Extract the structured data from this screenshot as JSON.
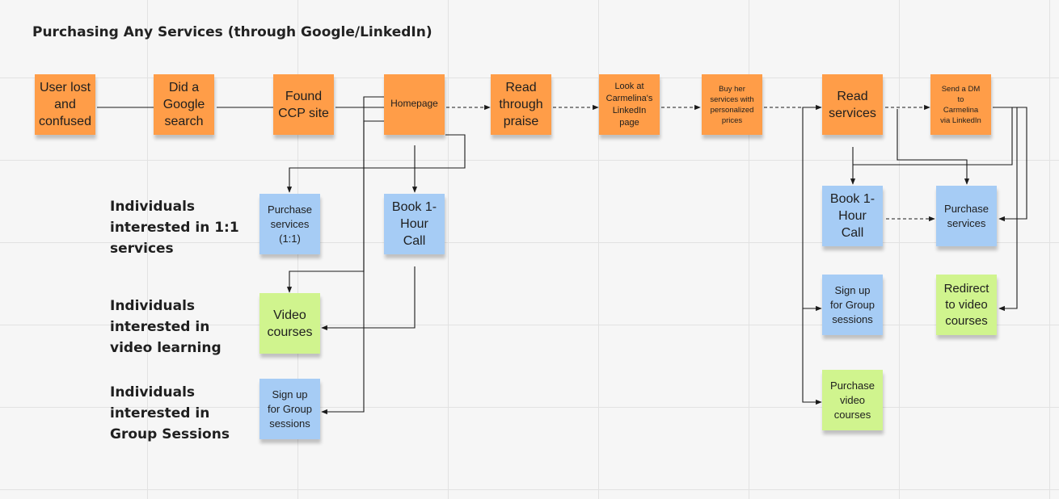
{
  "title": "Purchasing Any Services (through Google/LinkedIn)",
  "row_labels": {
    "one_on_one": "Individuals\ninterested in 1:1\nservices",
    "video": "Individuals\ninterested in\nvideo learning",
    "group": "Individuals\ninterested in\nGroup Sessions"
  },
  "notes": {
    "user_lost": "User lost\nand\nconfused",
    "google_search": "Did a\nGoogle\nsearch",
    "found_ccp": "Found\nCCP site",
    "homepage": "Homepage",
    "read_praise": "Read\nthrough\npraise",
    "linkedin_page": "Look at\nCarmelina's\nLinkedIn\npage",
    "buy_services": "Buy her\nservices with\npersonalized\nprices",
    "read_services": "Read\nservices",
    "send_dm": "Send a DM\nto\nCarmelina\nvia LinkedIn",
    "purchase_1on1": "Purchase\nservices\n(1:1)",
    "book_call_left": "Book 1-\nHour\nCall",
    "video_courses": "Video\ncourses",
    "group_sessions_left": "Sign up\nfor Group\nsessions",
    "book_call_right": "Book 1-\nHour\nCall",
    "purchase_services_right": "Purchase\nservices",
    "group_sessions_right": "Sign up\nfor Group\nsessions",
    "redirect_video": "Redirect\nto video\ncourses",
    "purchase_video": "Purchase\nvideo\ncourses"
  },
  "colors": {
    "orange": "#ff9d48",
    "blue": "#a6ccf5",
    "green": "#d0f48e",
    "connector": "#1a1a1a"
  }
}
